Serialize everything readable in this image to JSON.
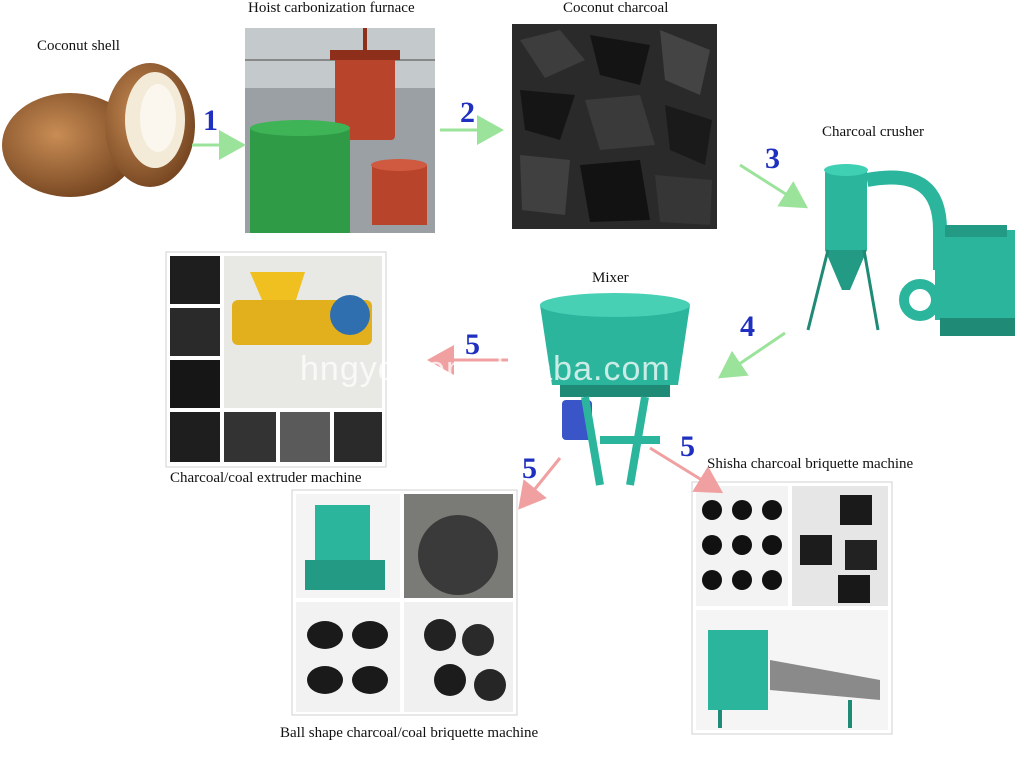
{
  "nodes": {
    "coconut_shell": "Coconut shell",
    "hoist_furnace": "Hoist carbonization furnace",
    "coconut_charcoal": "Coconut charcoal",
    "charcoal_crusher": "Charcoal crusher",
    "mixer": "Mixer",
    "extruder": "Charcoal/coal extruder machine",
    "ball_press": "Ball shape charcoal/coal briquette machine",
    "shisha": "Shisha charcoal briquette machine"
  },
  "steps": [
    "1",
    "2",
    "3",
    "4",
    "5"
  ],
  "watermark": "hngydx.en.alibaba.com",
  "colors": {
    "arrow_green": "#9be39b",
    "arrow_pink": "#f0a0a0",
    "step_blue": "#1f2fbf",
    "machine_green": "#2bb59c",
    "charcoal": "#1b1b1b"
  }
}
